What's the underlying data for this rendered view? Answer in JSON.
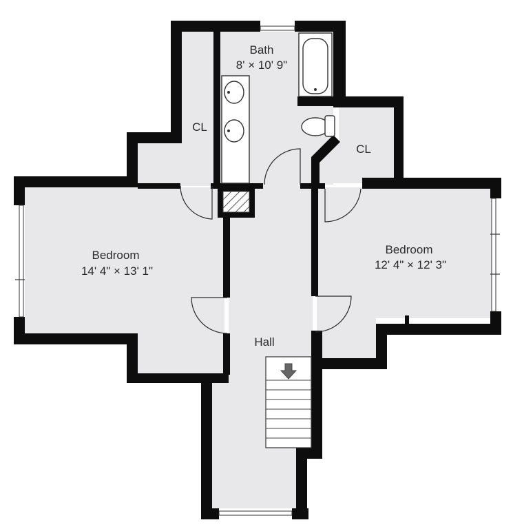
{
  "rooms": {
    "bath": {
      "name": "Bath",
      "dims": "8' × 10' 9\""
    },
    "closet_left": {
      "name": "CL"
    },
    "closet_right": {
      "name": "CL"
    },
    "bedroom_left": {
      "name": "Bedroom",
      "dims": "14' 4\" × 13' 1\""
    },
    "bedroom_right": {
      "name": "Bedroom",
      "dims": "12' 4\" × 12' 3\""
    },
    "hall": {
      "name": "Hall"
    }
  },
  "colors": {
    "wall": "#0d0d0d",
    "floor": "#e8e8ea",
    "background": "#ffffff"
  },
  "icons": {
    "stairs_direction": "arrow-down-icon"
  }
}
